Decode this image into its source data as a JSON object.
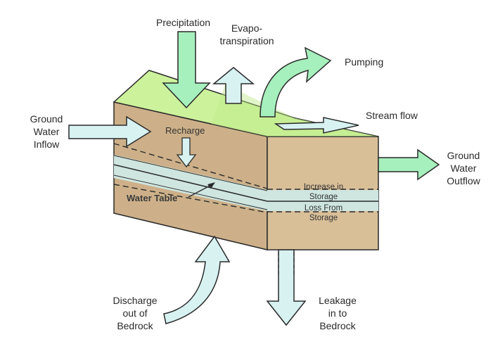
{
  "labels": {
    "precipitation": "Precipitation",
    "evapotranspiration": [
      "Evapo-",
      "transpiration"
    ],
    "pumping": "Pumping",
    "stream_flow": "Stream flow",
    "gw_inflow": [
      "Ground",
      "Water",
      "Inflow"
    ],
    "gw_outflow": [
      "Ground",
      "Water",
      "Outflow"
    ],
    "recharge": "Recharge",
    "water_table": "Water Table",
    "increase_storage": [
      "Increase in",
      "Storage"
    ],
    "loss_storage": [
      "Loss From",
      "Storage"
    ],
    "discharge": [
      "Discharge",
      "out of",
      "Bedrock"
    ],
    "leakage": [
      "Leakage",
      "in to",
      "Bedrock"
    ]
  },
  "colors": {
    "soil_front": "#cdb089",
    "soil_side": "#d8bf98",
    "ground_surface": "#cdf29c",
    "storage_band": "#cfe6e0",
    "arrow_green": "#a6f0bd",
    "arrow_blue": "#d8f2f2",
    "outline": "#2a2a2a"
  },
  "icons": [
    "precipitation-arrow",
    "evapotranspiration-arrow",
    "pumping-arrow",
    "stream-flow-arrow",
    "inflow-arrow",
    "outflow-arrow",
    "recharge-arrow",
    "discharge-arrow",
    "leakage-arrow",
    "water-table-pointer"
  ]
}
